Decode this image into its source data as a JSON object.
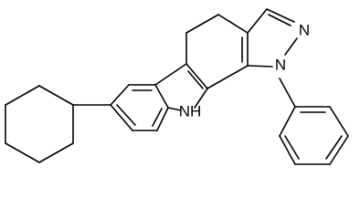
{
  "molecule": {
    "atom_labels": {
      "n_pyrazole_upper": "N",
      "n_pyrazole_lower": "N",
      "n_indole": "NH"
    }
  }
}
